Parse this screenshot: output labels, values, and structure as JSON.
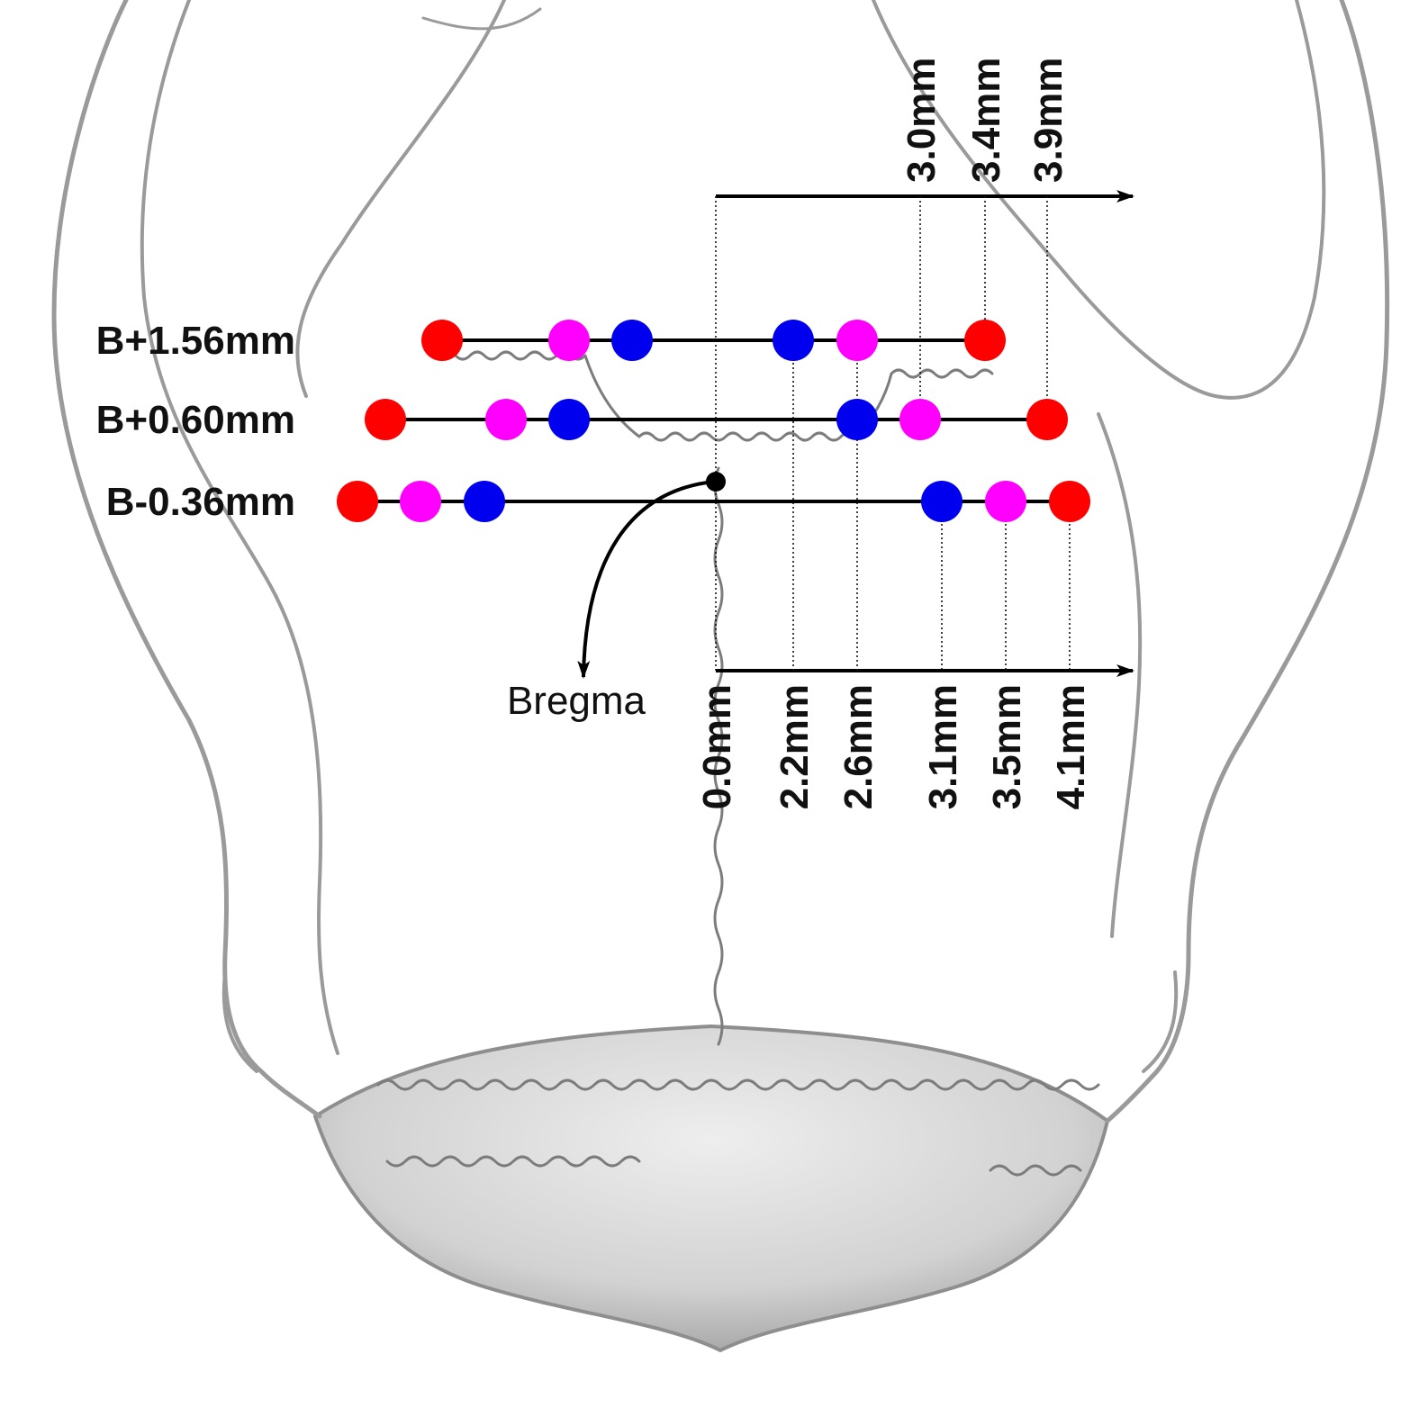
{
  "rows": [
    {
      "label": "B+1.56mm",
      "sites": [
        "red",
        "magenta",
        "blue",
        "blue",
        "magenta",
        "red"
      ]
    },
    {
      "label": "B+0.60mm",
      "sites": [
        "red",
        "magenta",
        "blue",
        "blue",
        "magenta",
        "red"
      ]
    },
    {
      "label": "B-0.36mm",
      "sites": [
        "red",
        "magenta",
        "blue",
        "blue",
        "magenta",
        "red"
      ]
    }
  ],
  "top_axis": {
    "ticks": [
      "3.0mm",
      "3.4mm",
      "3.9mm"
    ]
  },
  "bottom_axis": {
    "ticks": [
      "0.0mm",
      "2.2mm",
      "2.6mm",
      "3.1mm",
      "3.5mm",
      "4.1mm"
    ]
  },
  "bregma": {
    "label": "Bregma"
  },
  "colors": {
    "red": "#ff0000",
    "magenta": "#ff00ff",
    "blue": "#0000ee",
    "line": "#000000"
  }
}
